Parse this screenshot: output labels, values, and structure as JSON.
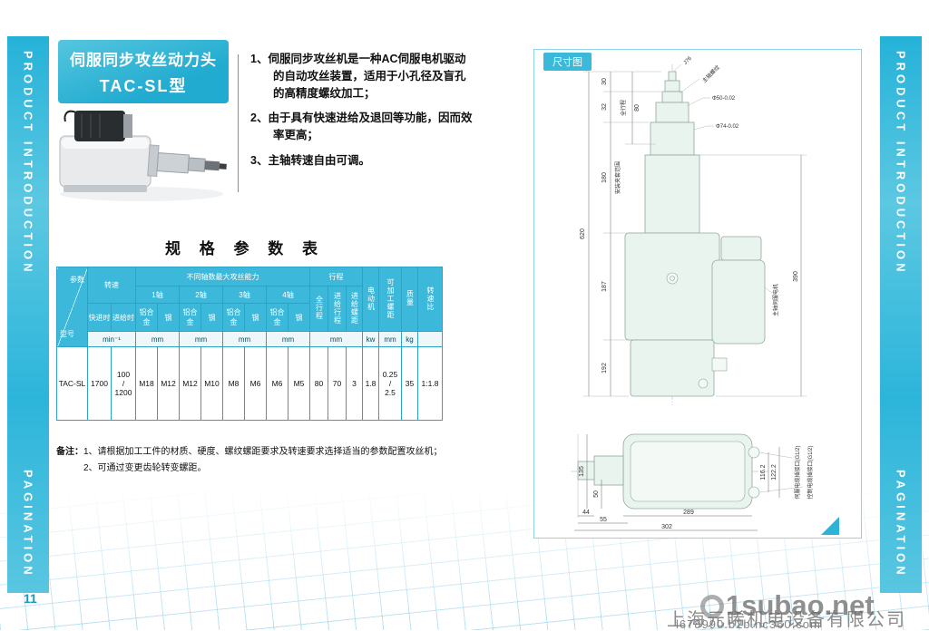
{
  "page": {
    "number": "11"
  },
  "sidebars": {
    "left": {
      "top": "PRODUCT INTRODUCTION",
      "bottom": "PAGINATION"
    },
    "right": {
      "top": "PRODUCT INTRODUCTION",
      "bottom": "PAGINATION"
    }
  },
  "colors": {
    "accent": "#2fb3d6"
  },
  "header": {
    "title_line1": "伺服同步攻丝动力头",
    "title_line2": "TAC-SL型"
  },
  "features": {
    "items": [
      "1、伺服同步攻丝机是一种AC伺服电机驱动的自动攻丝装置，适用于小孔径及盲孔的高精度螺纹加工；",
      "2、由于具有快速进给及退回等功能，因而效率更高；",
      "3、主轴转速自由可调。"
    ]
  },
  "spec_table": {
    "title": "规 格 参 数 表",
    "corner_top": "参数",
    "corner_bottom": "型号",
    "group_speed": "转速",
    "speed_fast": "快进时",
    "speed_feed": "进给时",
    "speed_unit": "min⁻¹",
    "group_capacity": "不同轴数最大攻丝能力",
    "axes": [
      "1轴",
      "2轴",
      "3轴",
      "4轴"
    ],
    "material_al": "铝合金",
    "material_steel": "钢",
    "mm": "mm",
    "group_stroke": "行程",
    "stroke_full": "全行程",
    "stroke_feed": "进给行程",
    "stroke_pitch": "进给螺距",
    "motor": "电动机",
    "motor_unit": "kw",
    "work_pitch": "可加工螺距",
    "mass": "质量",
    "mass_unit": "kg",
    "ratio": "转速比",
    "row": {
      "model": "TAC-SL",
      "speed_fast": "1700",
      "speed_feed": "100\n/\n1200",
      "cap": [
        "M18",
        "M12",
        "M12",
        "M10",
        "M8",
        "M6",
        "M6",
        "M5"
      ],
      "stroke_full": "80",
      "stroke_feed": "70",
      "stroke_pitch": "3",
      "motor": "1.8",
      "work_pitch": "0.25\n/\n2.5",
      "mass": "35",
      "ratio": "1:1.8"
    }
  },
  "notes": {
    "label": "备注：",
    "items": [
      "1、请根据加工工件的材质、硬度、螺纹螺距要求及转速要求选择适当的参数配置攻丝机；",
      "2、可通过变更齿轮转变螺距。"
    ]
  },
  "drawing": {
    "tab": "尺寸图",
    "side": {
      "stroke_label": "全行程",
      "stroke_val": "80",
      "d30": "30",
      "d32": "32",
      "d180": "180",
      "d620": "620",
      "d187": "187",
      "d192": "192",
      "d390": "390",
      "phi50": "Φ50-0.02",
      "phi74": "Φ74-0.02",
      "thread": "主轴螺纹",
      "j76": "J76",
      "clamp": "安装夹套范围",
      "motor": "主轴伺服电机"
    },
    "top": {
      "d135": "135",
      "d50": "50",
      "d44": "44",
      "d55": "55",
      "d289": "289",
      "d302": "302",
      "d116": "116.2",
      "d122": "122.2",
      "cable1": "伺服电缆插接口(G1/2)",
      "cable2": "控制电缆插接口(G1/2)"
    }
  },
  "watermark": {
    "company": "上海元晞机电设备有限公司",
    "brand": "1subao.net",
    "url": "l678990.b2b.hc360.com"
  }
}
